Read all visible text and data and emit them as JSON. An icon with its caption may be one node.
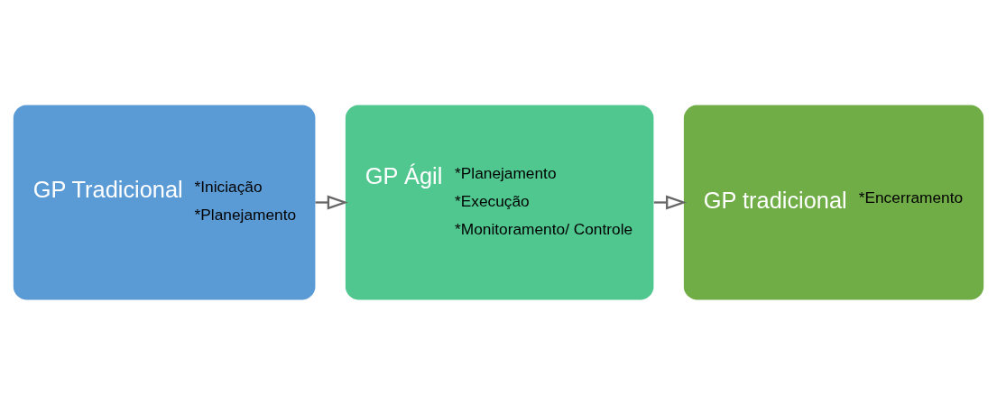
{
  "diagram": {
    "nodes": [
      {
        "text": [
          "GP Tradicional",
          "*Iniciação",
          "*Planejamento"
        ]
      },
      {
        "text": [
          "GP Ágil",
          "*Planejamento",
          "*Execução",
          "*Monitoramento/ Controle"
        ]
      },
      {
        "text": [
          "GP tradicional",
          "*Encerramento"
        ]
      }
    ],
    "edges": [
      {
        "from": 0,
        "to": 1,
        "arrow": "to"
      },
      {
        "from": 1,
        "to": 2,
        "arrow": "to"
      }
    ]
  }
}
